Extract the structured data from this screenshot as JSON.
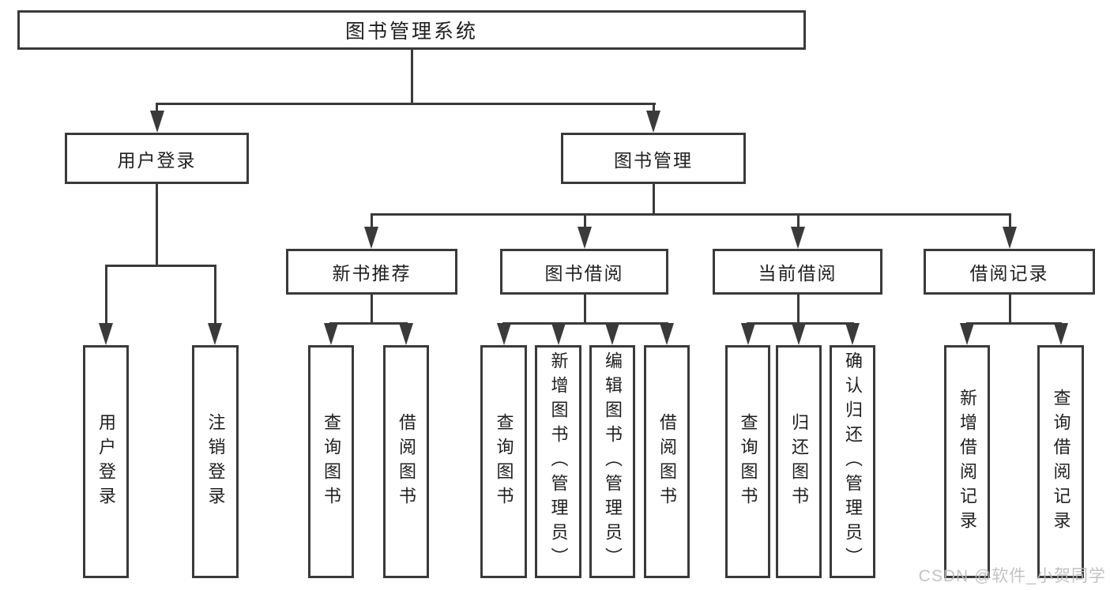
{
  "nodes": {
    "root": "图书管理系统",
    "user_login": "用户登录",
    "book_management": "图书管理",
    "new_book_recommend": "新书推荐",
    "book_borrowing": "图书借阅",
    "current_borrowing": "当前借阅",
    "borrowing_records": "借阅记录",
    "leaf_user_login": "用户登录",
    "leaf_logout": "注销登录",
    "leaf_query_books_recommend": "查询图书",
    "leaf_borrow_books_recommend": "借阅图书",
    "leaf_query_books_borrowing": "查询图书",
    "leaf_add_books_admin": "新增图书（管理员）",
    "leaf_edit_books_admin": "编辑图书（管理员）",
    "leaf_borrow_books_borrowing": "借阅图书",
    "leaf_query_books_current": "查询图书",
    "leaf_return_books": "归还图书",
    "leaf_confirm_return_admin": "确认归还（管理员）",
    "leaf_add_borrow_record": "新增借阅记录",
    "leaf_query_borrow_record": "查询借阅记录"
  },
  "hierarchy": {
    "图书管理系统": {
      "用户登录": [
        "用户登录",
        "注销登录"
      ],
      "图书管理": {
        "新书推荐": [
          "查询图书",
          "借阅图书"
        ],
        "图书借阅": [
          "查询图书",
          "新增图书（管理员）",
          "编辑图书（管理员）",
          "借阅图书"
        ],
        "当前借阅": [
          "查询图书",
          "归还图书",
          "确认归还（管理员）"
        ],
        "借阅记录": [
          "新增借阅记录",
          "查询借阅记录"
        ]
      }
    }
  },
  "watermark": "CSDN @软件_小贺同学",
  "colors": {
    "line": "#3a3a3a",
    "text": "#1f1f1f",
    "background": "#ffffff",
    "watermark": "#bcbcbc"
  }
}
